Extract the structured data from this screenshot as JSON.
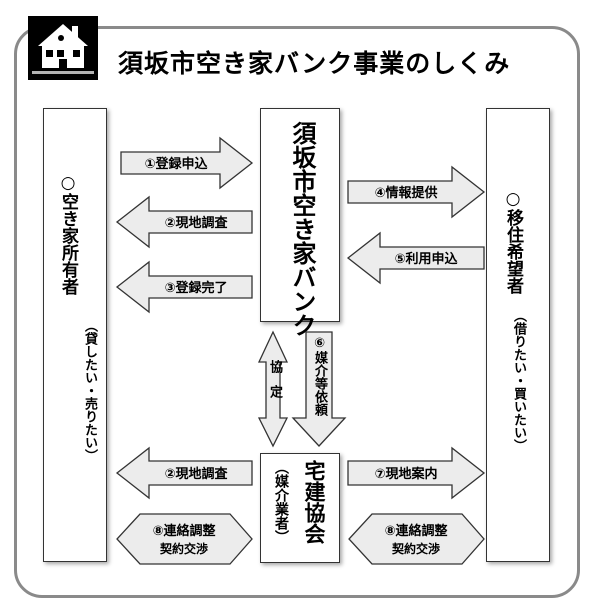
{
  "title": "須坂市空き家バンク事業のしくみ",
  "owner": {
    "main": "○空き家所有者",
    "sub": "（貸したい・売りたい）"
  },
  "bank": "須坂市空き家バンク",
  "seeker": {
    "main": "○移住希望者",
    "sub": "（借りたい・買いたい）"
  },
  "takken": {
    "main": "宅建協会",
    "sub": "（媒介業者）"
  },
  "agreement": "協定",
  "arrows": {
    "register": "①登録申込",
    "survey1": "②現地調査",
    "complete": "③登録完了",
    "info": "④情報提供",
    "apply": "⑤利用申込",
    "mediation": "⑥媒介等依頼",
    "survey2": "②現地調査",
    "guide": "⑦現地案内",
    "contact1_line1": "⑧連絡調整",
    "contact1_line2": "契約交渉",
    "contact2_line1": "⑧連絡調整",
    "contact2_line2": "契約交渉"
  }
}
